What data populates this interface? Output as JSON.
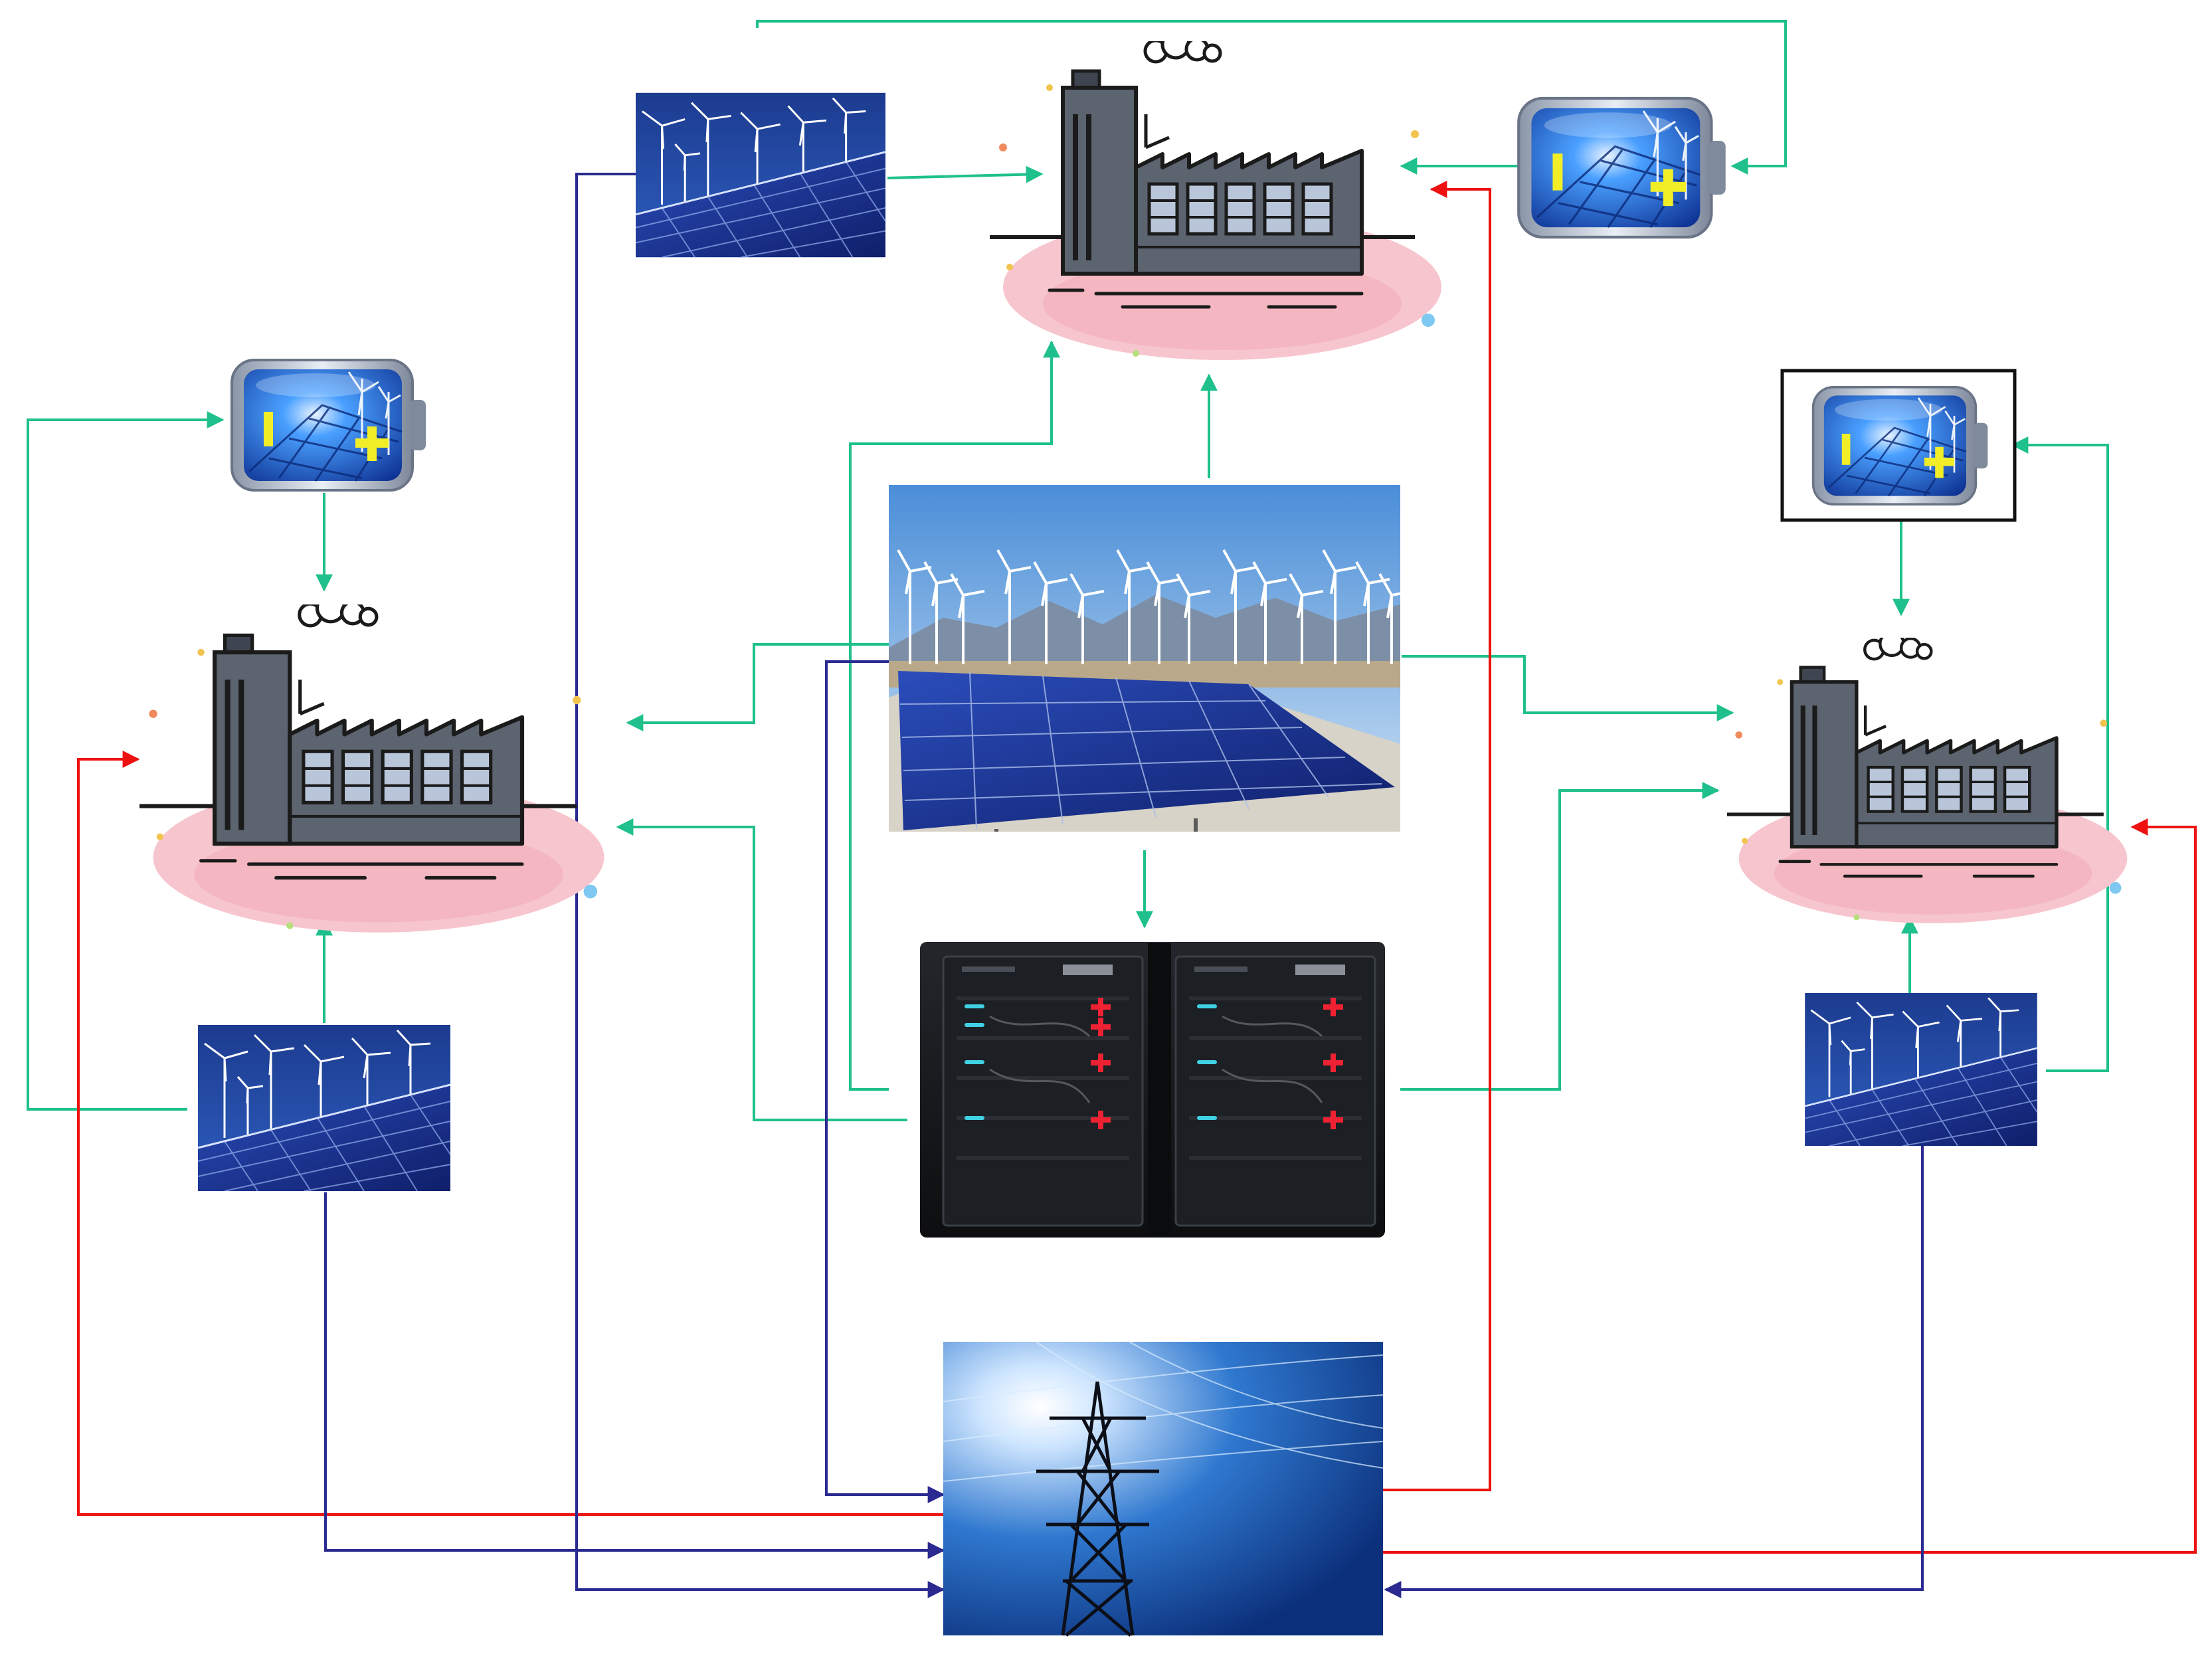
{
  "diagram": {
    "colors": {
      "green": "#1fc08c",
      "red": "#ee1111",
      "navy": "#2b2a90",
      "factory_gray": "#5c6470",
      "factory_dark": "#2b2f36",
      "window_blue": "#b9c6da",
      "pink_base": "#f7c5cd",
      "sky_top": "#4b8ed8",
      "sky_bottom": "#cfe3f4",
      "panel_blue": "#22327a",
      "pv_bg": "#173a8c",
      "grid_blue": "#1f5db5",
      "cabinet": "#15171a",
      "battery_yellow": "#f1ee28"
    },
    "nodes": [
      {
        "id": "factory-top",
        "kind": "factory"
      },
      {
        "id": "factory-left",
        "kind": "factory"
      },
      {
        "id": "factory-right",
        "kind": "factory"
      },
      {
        "id": "battery-top-right",
        "kind": "battery"
      },
      {
        "id": "battery-left",
        "kind": "battery"
      },
      {
        "id": "battery-right",
        "kind": "battery"
      },
      {
        "id": "pv-wind-top",
        "kind": "pv-wind"
      },
      {
        "id": "pv-wind-left",
        "kind": "pv-wind"
      },
      {
        "id": "pv-wind-right",
        "kind": "pv-wind"
      },
      {
        "id": "central-plant",
        "kind": "wind-solar-farm"
      },
      {
        "id": "storage-cabinet",
        "kind": "storage"
      },
      {
        "id": "power-grid",
        "kind": "transmission-tower"
      }
    ]
  }
}
